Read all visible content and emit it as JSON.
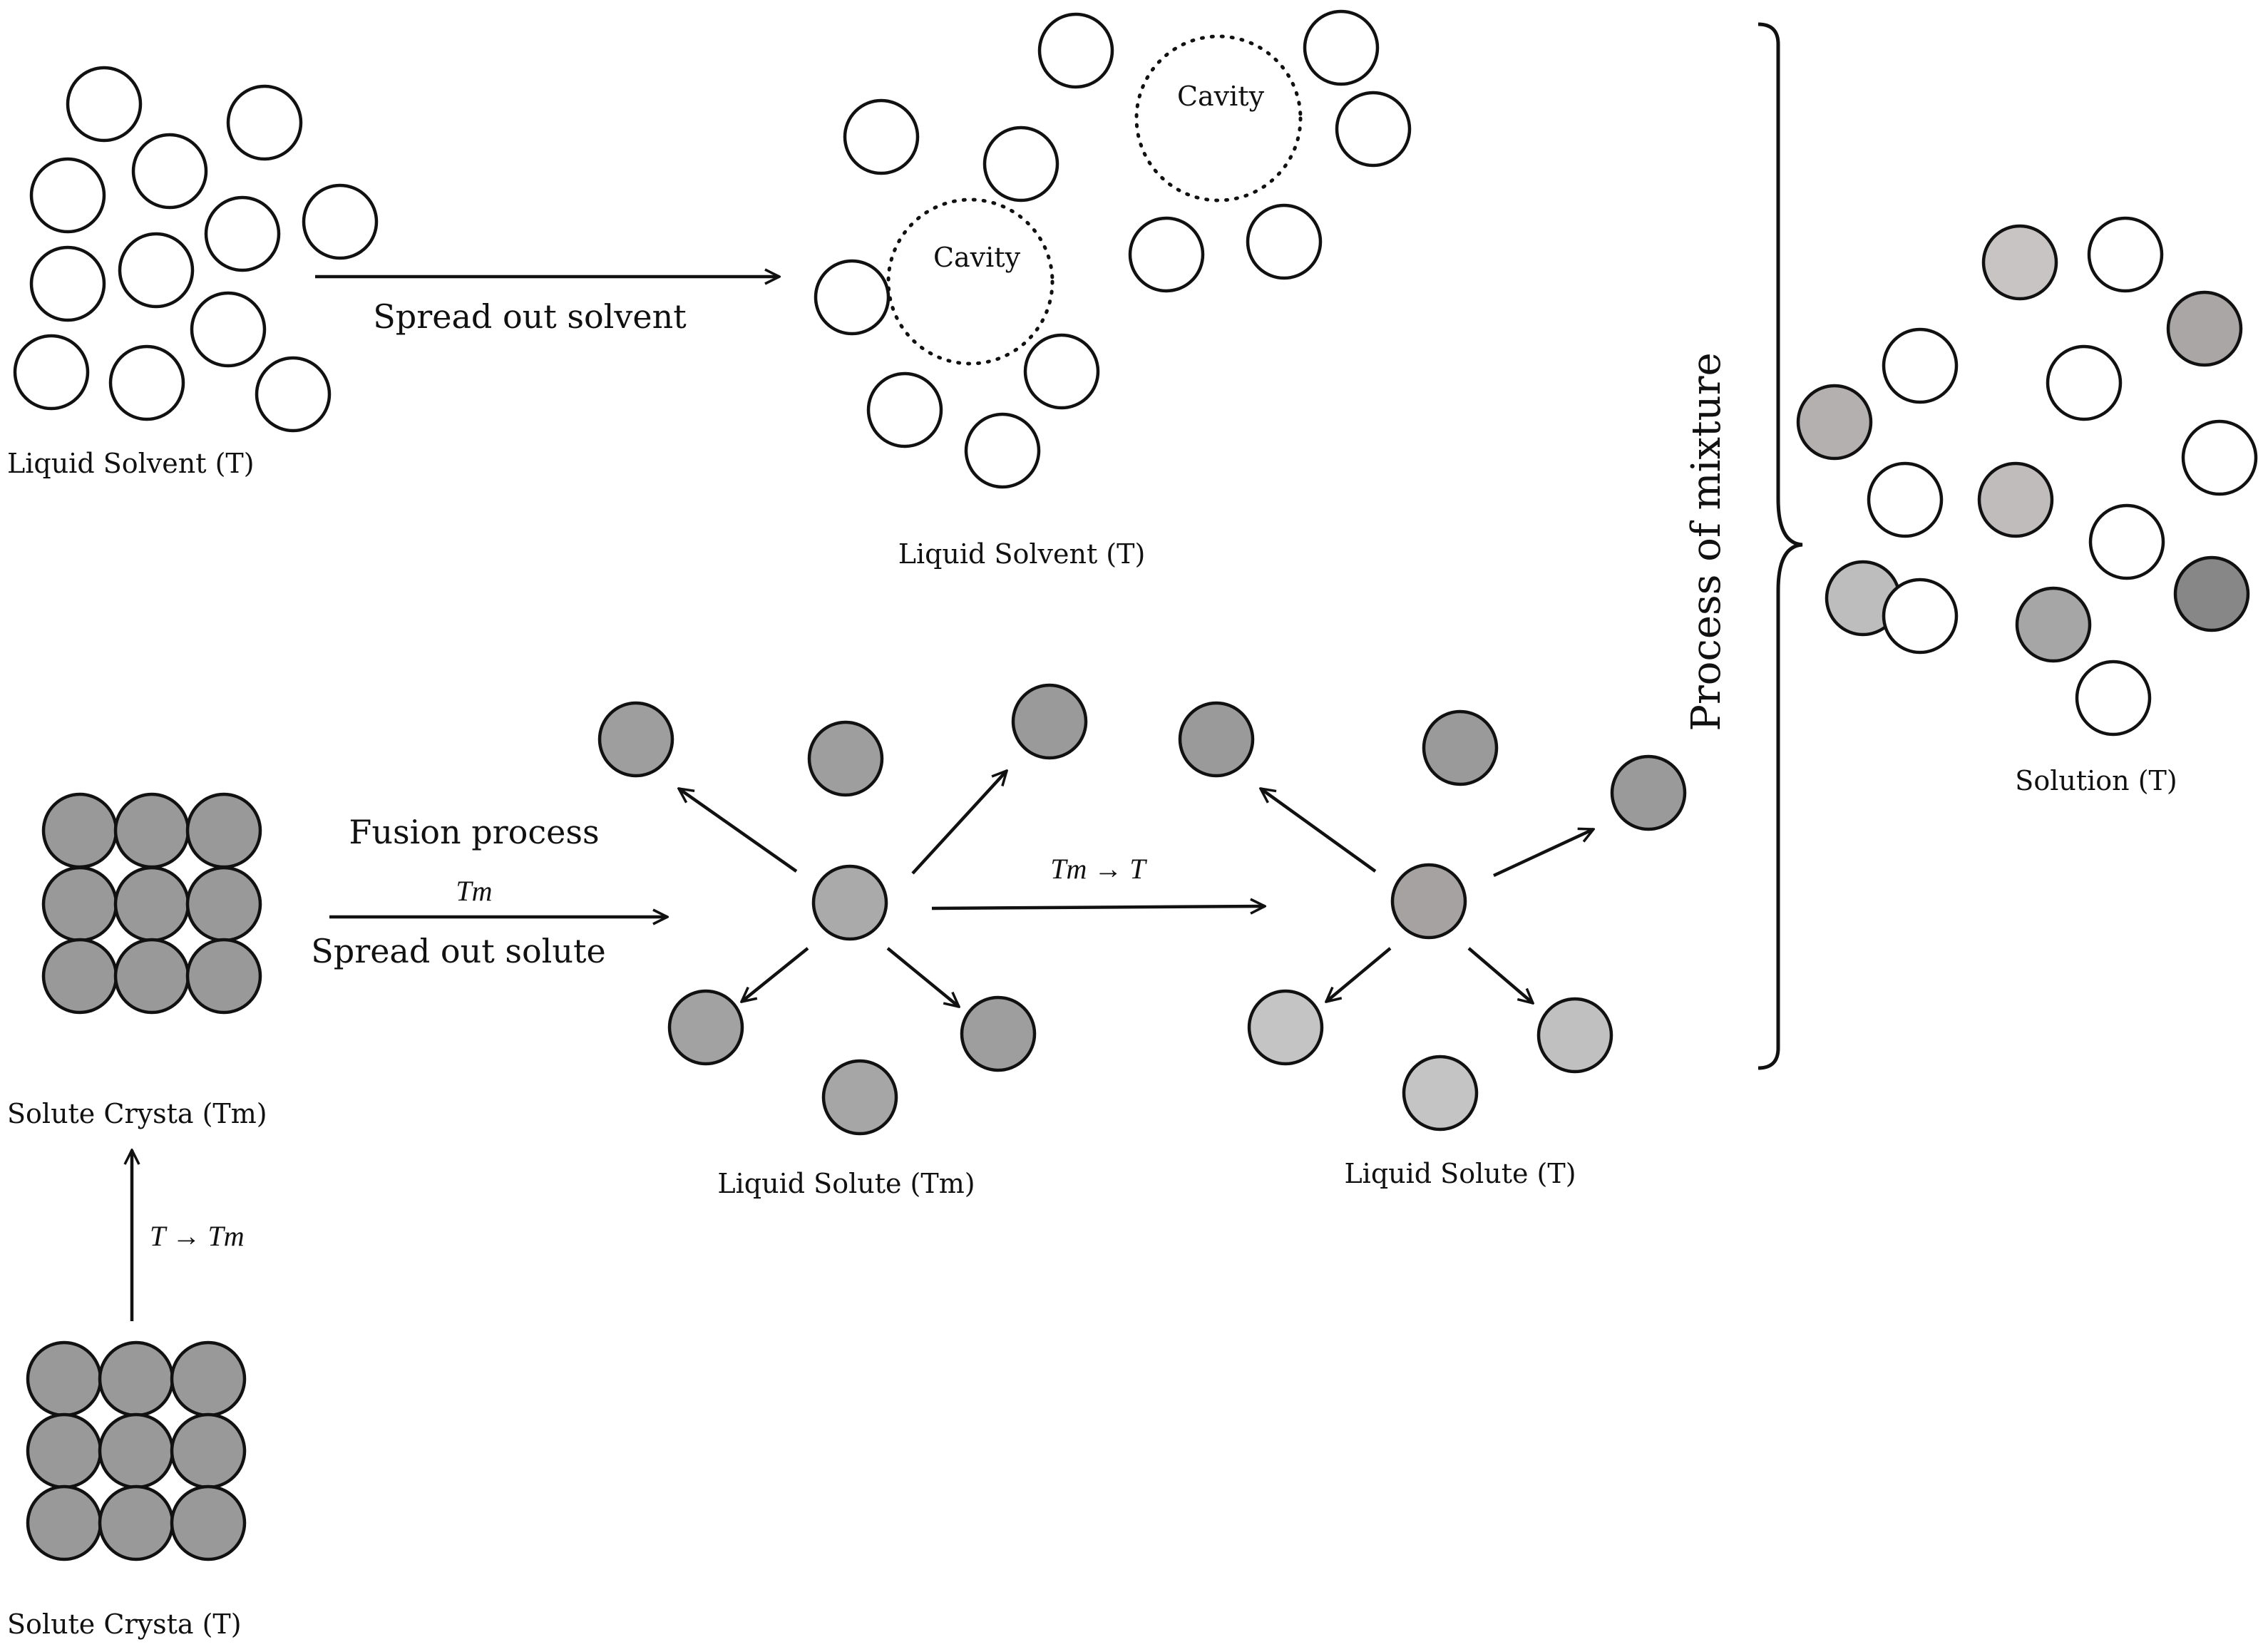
{
  "labels": {
    "liquid_solvent_left": "Liquid Solvent (T)",
    "spread_out_solvent": "Spread out solvent",
    "cavity_1": "Cavity",
    "cavity_2": "Cavity",
    "liquid_solvent_right": "Liquid Solvent (T)",
    "process_of_mixture": "Process of mixture",
    "solution": "Solution (T)",
    "fusion_process": "Fusion process",
    "fusion_temp": "Tm",
    "spread_out_solute": "Spread out solute",
    "cooling_transition": "Tm → T",
    "solute_crystal_tm": "Solute Crysta (Tm)",
    "heating_transition": "T → Tm",
    "solute_crystal_t": "Solute Crysta (T)",
    "liquid_solute_tm": "Liquid Solute (Tm)",
    "liquid_solute_t": "Liquid Solute (T)"
  },
  "colors": {
    "solvent_fill": "#ffffff",
    "solute_crystal_fill": "#999999",
    "liquid_solute_tm_center": "#aaaaaa",
    "liquid_solute_tm_outer": "#9e9e9e",
    "liquid_solute_t_center": "#a6a2a2",
    "liquid_solute_t_hot": "#9a9a9a",
    "liquid_solute_t_cool": "#c4c4c4",
    "solution_gray_light": "#c8c4c4",
    "solution_gray_mid": "#aaa6a6",
    "solution_gray_dark": "#878787",
    "stroke": "#111111"
  }
}
